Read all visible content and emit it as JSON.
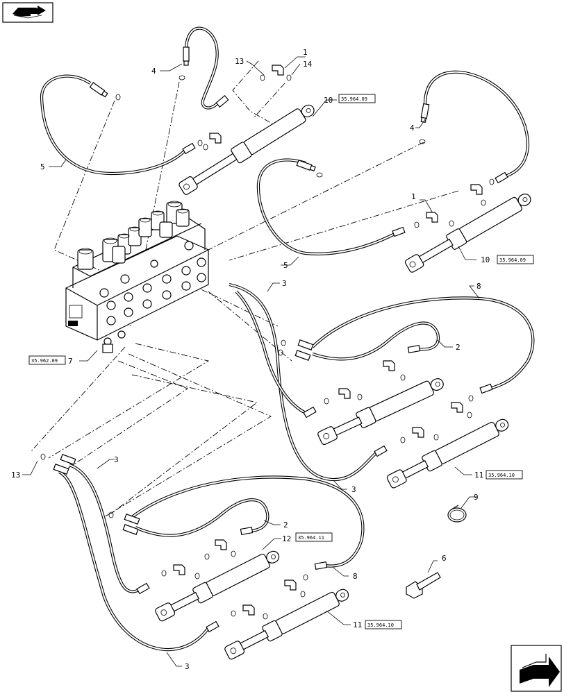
{
  "diagram": {
    "callouts": [
      {
        "id": "c-1a",
        "text": "1"
      },
      {
        "id": "c-1b",
        "text": "1"
      },
      {
        "id": "c-2a",
        "text": "2"
      },
      {
        "id": "c-2b",
        "text": "2"
      },
      {
        "id": "c-3a",
        "text": "3"
      },
      {
        "id": "c-3b",
        "text": "3"
      },
      {
        "id": "c-3c",
        "text": "3"
      },
      {
        "id": "c-3d",
        "text": "3"
      },
      {
        "id": "c-4a",
        "text": "4"
      },
      {
        "id": "c-4b",
        "text": "4"
      },
      {
        "id": "c-5a",
        "text": "5"
      },
      {
        "id": "c-5b",
        "text": "5"
      },
      {
        "id": "c-6",
        "text": "6"
      },
      {
        "id": "c-7",
        "text": "7"
      },
      {
        "id": "c-8a",
        "text": "8"
      },
      {
        "id": "c-8b",
        "text": "8"
      },
      {
        "id": "c-9",
        "text": "9"
      },
      {
        "id": "c-10a",
        "text": "10"
      },
      {
        "id": "c-10b",
        "text": "10"
      },
      {
        "id": "c-11a",
        "text": "11"
      },
      {
        "id": "c-11b",
        "text": "11"
      },
      {
        "id": "c-12",
        "text": "12"
      },
      {
        "id": "c-13a",
        "text": "13"
      },
      {
        "id": "c-13b",
        "text": "13"
      },
      {
        "id": "c-14",
        "text": "14"
      }
    ],
    "references": {
      "r10a": "35.964.09",
      "r10b": "35.964.09",
      "r7": "35.962.09",
      "r11a": "35.964.10",
      "r12": "35.964.11",
      "r11b": "35.964.10"
    },
    "icons": {
      "top_left": "book-arrow-icon",
      "bottom_right": "next-page-arrow-icon"
    }
  }
}
